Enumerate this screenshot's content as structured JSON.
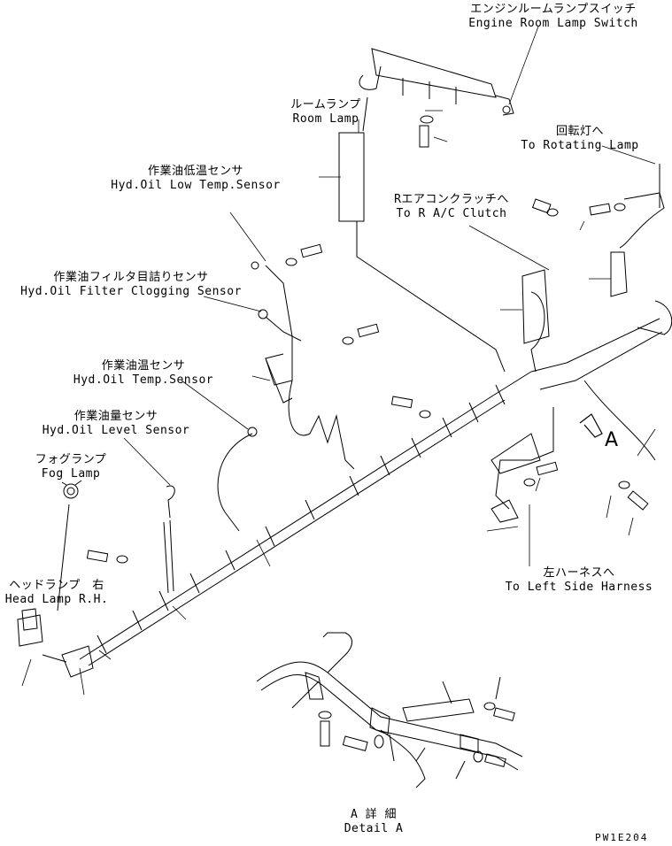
{
  "labels": {
    "engine_room_lamp_switch": {
      "jp": "エンジンルームランプスイッチ",
      "en": "Engine Room Lamp Switch"
    },
    "room_lamp": {
      "jp": "ルームランプ",
      "en": "Room Lamp"
    },
    "rotating_lamp": {
      "jp": "回転灯へ",
      "en": "To Rotating Lamp"
    },
    "hyd_oil_low_temp_sensor": {
      "jp": "作業油低温センサ",
      "en": "Hyd.Oil Low Temp.Sensor"
    },
    "r_ac_clutch": {
      "jp": "Rエアコンクラッチへ",
      "en": "To R A/C Clutch"
    },
    "hyd_oil_filter_clogging_sensor": {
      "jp": "作業油フィルタ目詰りセンサ",
      "en": "Hyd.Oil Filter Clogging Sensor"
    },
    "hyd_oil_temp_sensor": {
      "jp": "作業油温センサ",
      "en": "Hyd.Oil Temp.Sensor"
    },
    "hyd_oil_level_sensor": {
      "jp": "作業油量センサ",
      "en": "Hyd.Oil Level Sensor"
    },
    "fog_lamp": {
      "jp": "フォグランプ",
      "en": "Fog Lamp"
    },
    "head_lamp_rh": {
      "jp": "ヘッドランプ　右",
      "en": "Head Lamp R.H."
    },
    "left_side_harness": {
      "jp": "左ハーネスへ",
      "en": "To Left Side Harness"
    },
    "detail_a": {
      "jp": "A 詳 細",
      "en": "Detail A"
    }
  },
  "view_marker": "A",
  "drawing_code": "PW1E204",
  "colors": {
    "line": "#000000",
    "background": "#ffffff"
  }
}
